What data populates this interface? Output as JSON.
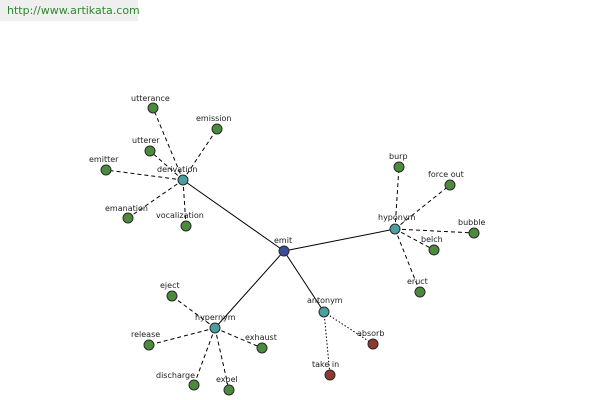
{
  "site_url": "http://www.artikata.com",
  "colors": {
    "center": "#3a4f9a",
    "relation": "#4aa0a0",
    "leaf": "#4c8a3c",
    "antonym_leaf": "#8c3a32"
  },
  "center": {
    "label": "emit"
  },
  "relations": [
    {
      "id": "derivation",
      "label": "derivation",
      "style": "dash",
      "leaves": [
        {
          "label": "utterance",
          "color": "leaf"
        },
        {
          "label": "emission",
          "color": "leaf"
        },
        {
          "label": "utterer",
          "color": "leaf"
        },
        {
          "label": "emitter",
          "color": "leaf"
        },
        {
          "label": "emanation",
          "color": "leaf"
        },
        {
          "label": "vocalization",
          "color": "leaf"
        }
      ]
    },
    {
      "id": "hyponym",
      "label": "hyponym",
      "style": "dash",
      "leaves": [
        {
          "label": "burp",
          "color": "leaf"
        },
        {
          "label": "force out",
          "color": "leaf"
        },
        {
          "label": "bubble",
          "color": "leaf"
        },
        {
          "label": "belch",
          "color": "leaf"
        },
        {
          "label": "eruct",
          "color": "leaf"
        }
      ]
    },
    {
      "id": "hypernym",
      "label": "hypernym",
      "style": "dash",
      "leaves": [
        {
          "label": "eject",
          "color": "leaf"
        },
        {
          "label": "release",
          "color": "leaf"
        },
        {
          "label": "exhaust",
          "color": "leaf"
        },
        {
          "label": "discharge",
          "color": "leaf"
        },
        {
          "label": "expel",
          "color": "leaf"
        }
      ]
    },
    {
      "id": "antonym",
      "label": "antonym",
      "style": "dot",
      "leaves": [
        {
          "label": "absorb",
          "color": "antonym_leaf"
        },
        {
          "label": "take in",
          "color": "antonym_leaf"
        }
      ]
    }
  ]
}
